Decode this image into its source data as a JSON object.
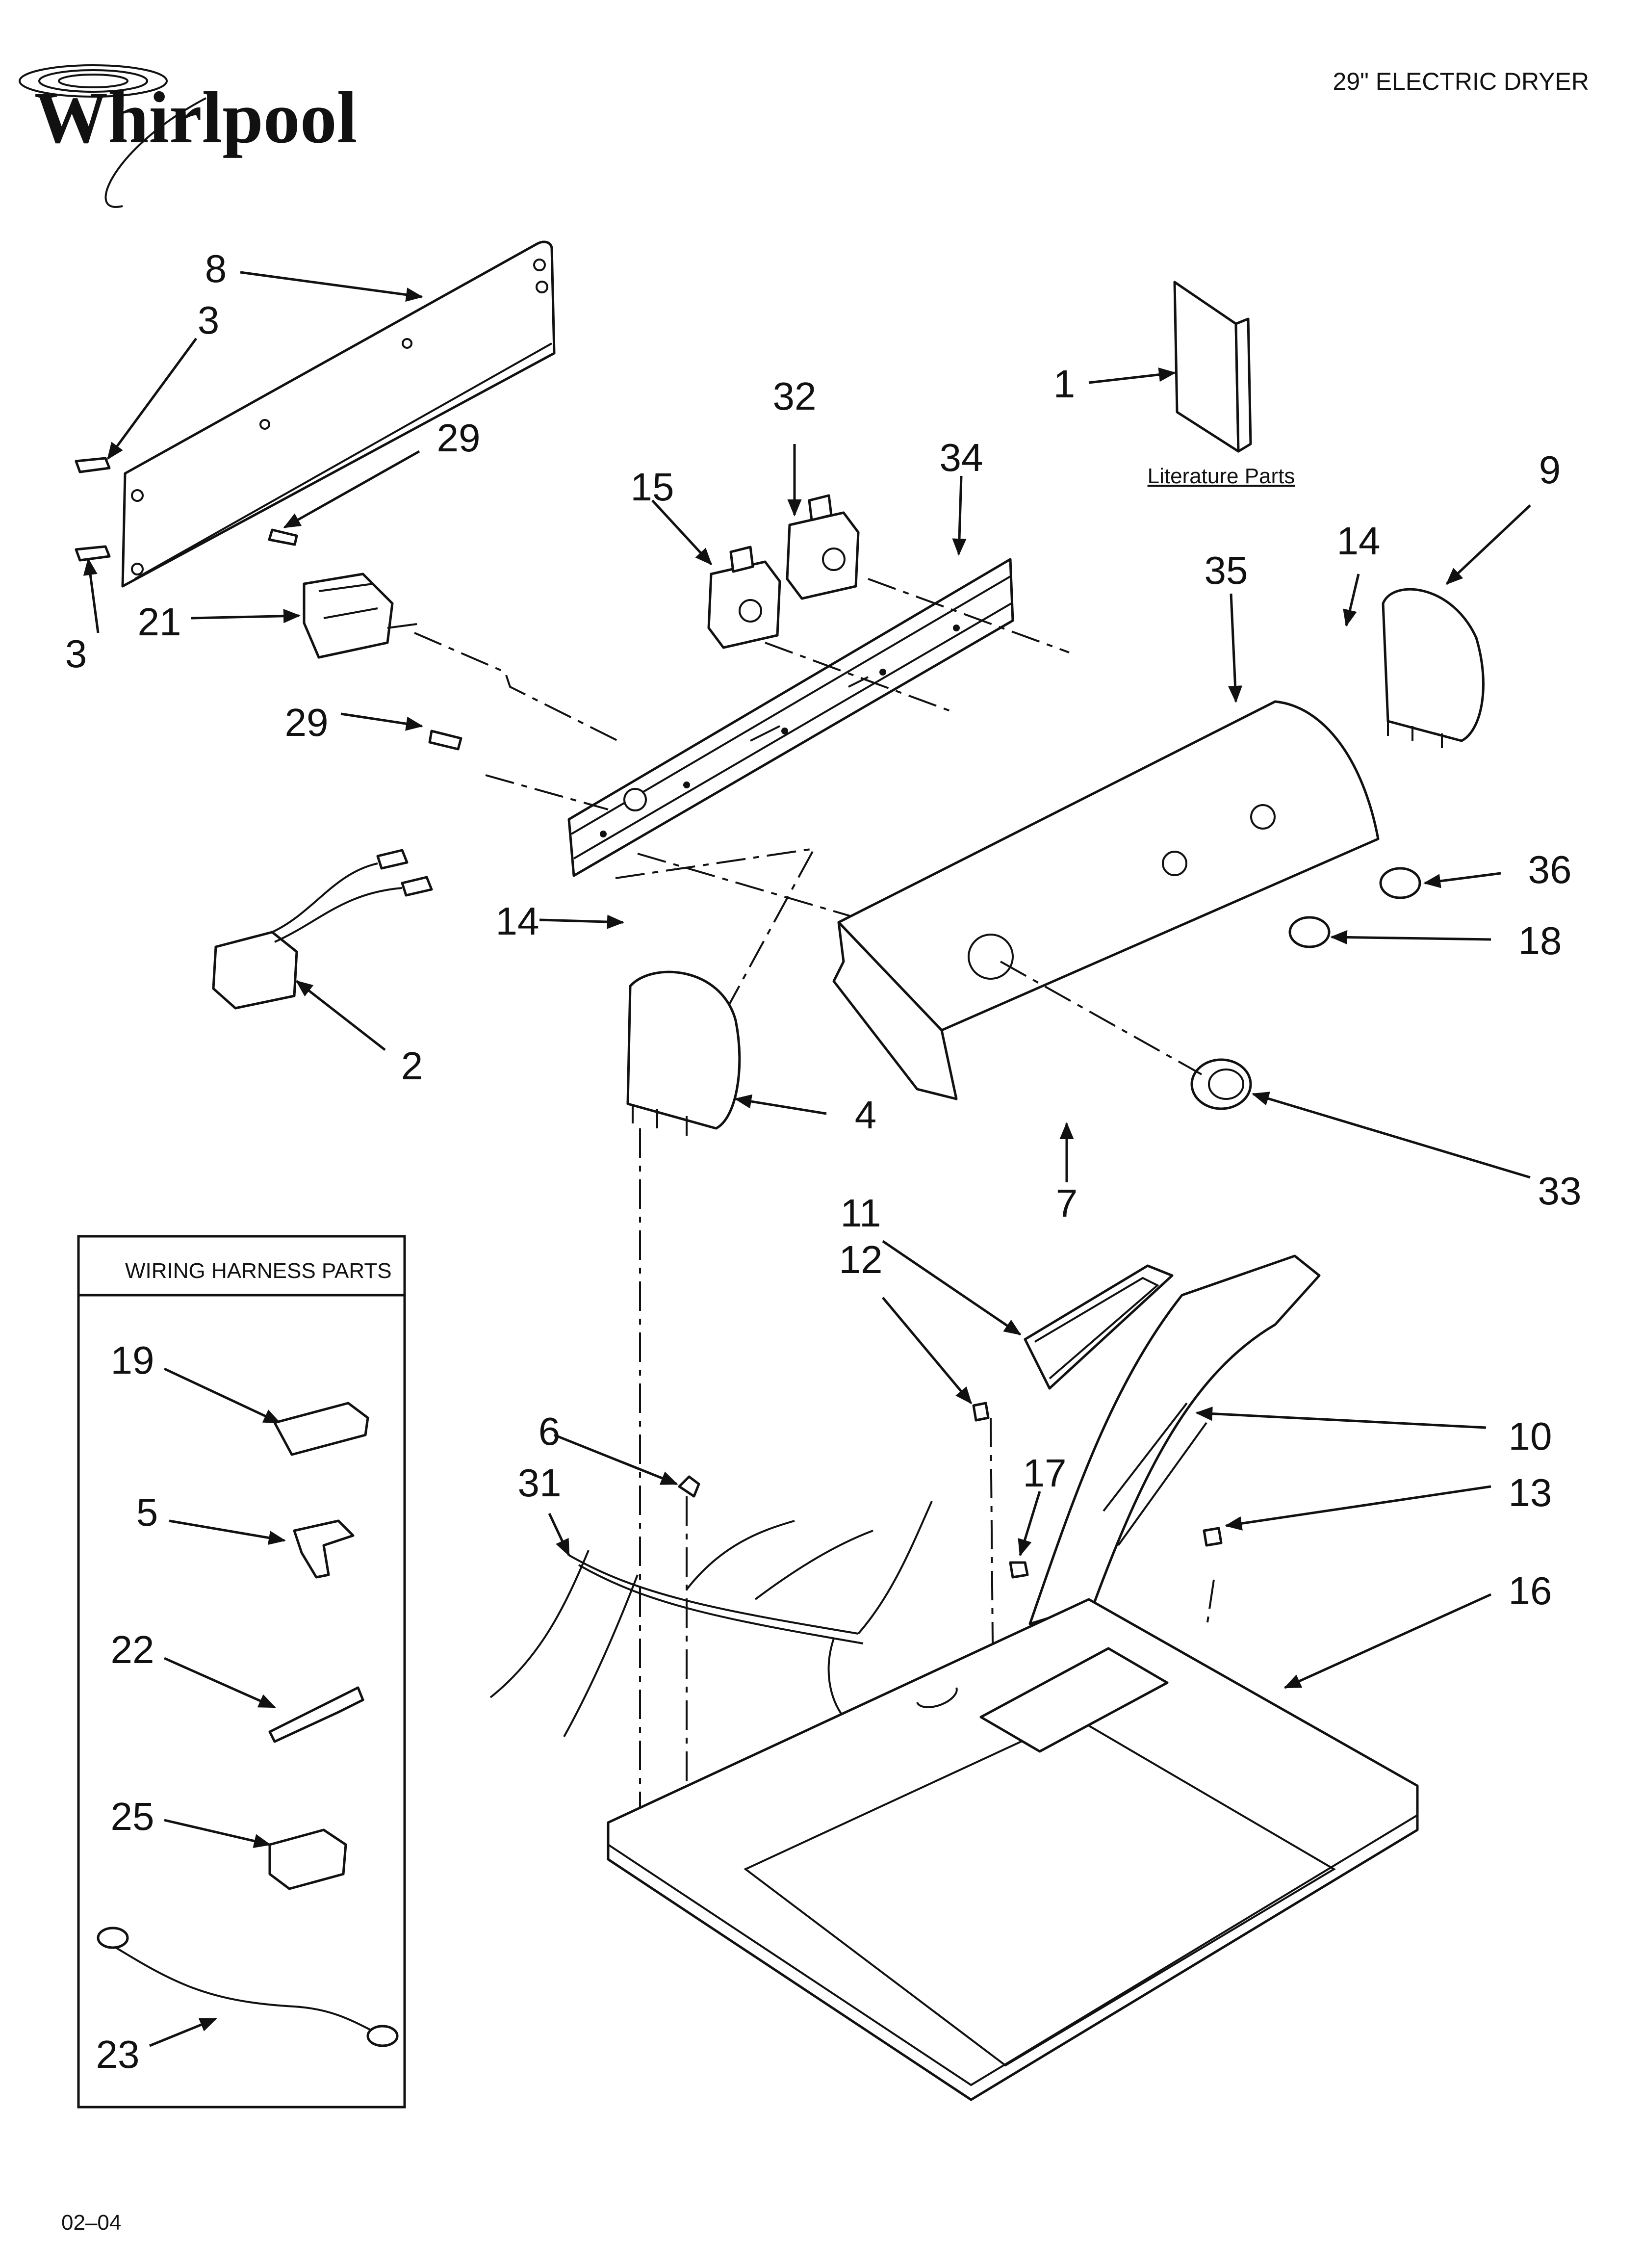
{
  "header": {
    "brand": "Whirlpool",
    "title": "29\" ELECTRIC DRYER"
  },
  "literature": {
    "label": "Literature Parts"
  },
  "wiring_box": {
    "title": "WIRING HARNESS PARTS"
  },
  "callouts": [
    "1",
    "2",
    "3",
    "3",
    "4",
    "5",
    "6",
    "7",
    "8",
    "9",
    "10",
    "11",
    "12",
    "13",
    "14",
    "14",
    "15",
    "16",
    "17",
    "18",
    "19",
    "21",
    "22",
    "23",
    "25",
    "29",
    "29",
    "31",
    "32",
    "33",
    "34",
    "35",
    "36"
  ],
  "footer": {
    "code": "02–04"
  }
}
